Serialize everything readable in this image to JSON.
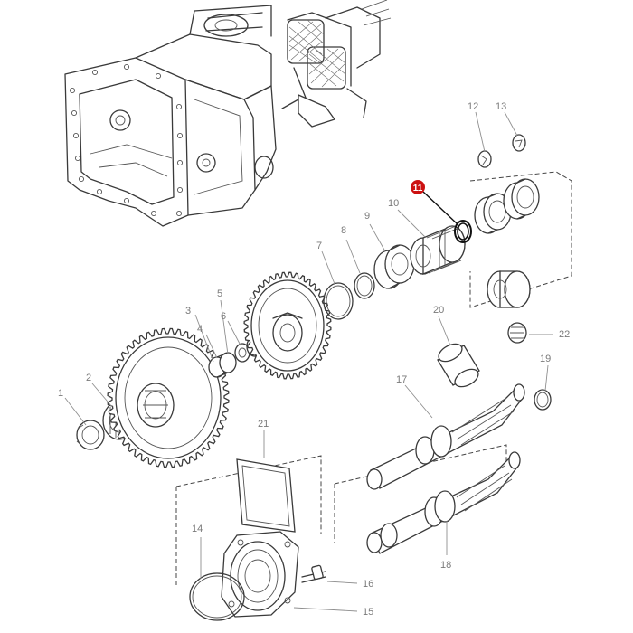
{
  "diagram": {
    "highlight_color": "#cc1111",
    "callout_color": "#7a7a7a",
    "callouts": [
      {
        "id": "1",
        "label": "1"
      },
      {
        "id": "2",
        "label": "2"
      },
      {
        "id": "3",
        "label": "3"
      },
      {
        "id": "4",
        "label": "4"
      },
      {
        "id": "5",
        "label": "5"
      },
      {
        "id": "6",
        "label": "6"
      },
      {
        "id": "7",
        "label": "7"
      },
      {
        "id": "8",
        "label": "8"
      },
      {
        "id": "9",
        "label": "9"
      },
      {
        "id": "10",
        "label": "10"
      },
      {
        "id": "11",
        "label": "11",
        "highlighted": true
      },
      {
        "id": "12",
        "label": "12"
      },
      {
        "id": "13",
        "label": "13"
      },
      {
        "id": "14",
        "label": "14"
      },
      {
        "id": "15",
        "label": "15"
      },
      {
        "id": "16",
        "label": "16"
      },
      {
        "id": "17",
        "label": "17"
      },
      {
        "id": "18",
        "label": "18"
      },
      {
        "id": "19",
        "label": "19"
      },
      {
        "id": "20",
        "label": "20"
      },
      {
        "id": "21",
        "label": "21"
      },
      {
        "id": "22",
        "label": "22"
      }
    ]
  }
}
